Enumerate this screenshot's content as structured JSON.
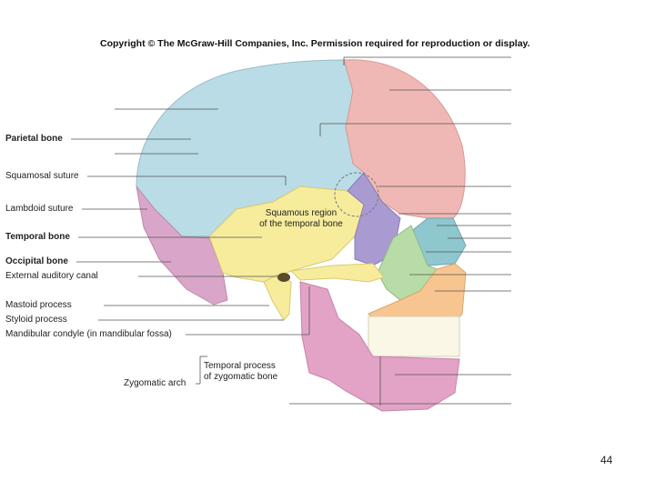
{
  "header": {
    "copyright": "Copyright © The McGraw-Hill Companies, Inc. Permission required for reproduction or display."
  },
  "labels_left": [
    {
      "text": "Parietal bone",
      "bold": true
    },
    {
      "text": "Squamosal suture",
      "bold": false
    },
    {
      "text": "Lambdoid suture",
      "bold": false
    },
    {
      "text": "Temporal bone",
      "bold": true
    },
    {
      "text": "Occipital bone",
      "bold": true
    },
    {
      "text": "External auditory canal",
      "bold": false
    },
    {
      "text": "Mastoid process",
      "bold": false
    },
    {
      "text": "Styloid process",
      "bold": false
    },
    {
      "text": "Mandibular condyle (in mandibular fossa)",
      "bold": false
    },
    {
      "text": "Zygomatic arch",
      "bold": false
    }
  ],
  "center_label": {
    "line1": "Squamous region",
    "line2": "of the temporal bone"
  },
  "zygomatic_label": {
    "line1": "Temporal process",
    "line2": "of zygomatic bone"
  },
  "footer": {
    "page_number": "44"
  },
  "colors": {
    "parietal": "#b9dce6",
    "frontal": "#f0b8b4",
    "temporal": "#f7ec9c",
    "occipital": "#d9a6c9",
    "sphenoid": "#a99ad1",
    "zygomatic": "#b8dca8",
    "maxilla": "#f7c690",
    "mandible": "#e3a3c6",
    "teeth": "#fbf7e6"
  }
}
